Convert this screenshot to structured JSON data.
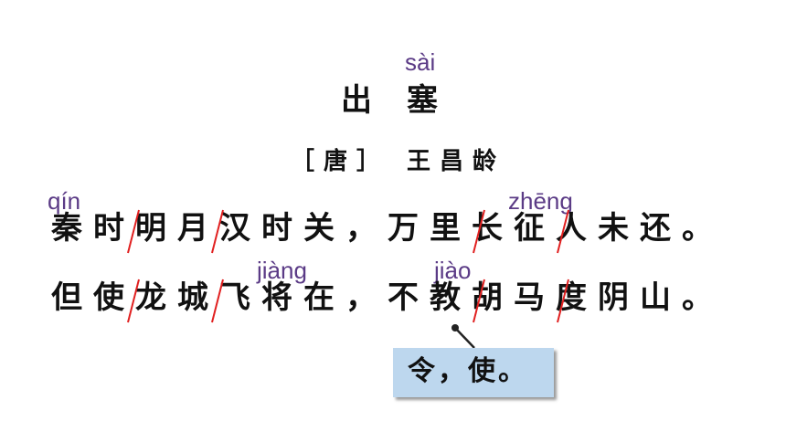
{
  "title": {
    "char1": "出",
    "char2": "塞",
    "pinyin": "sài"
  },
  "author": "［唐］ 王昌龄",
  "lines": [
    {
      "text": "秦时明月汉时关，万里长征人未还。",
      "pinyin": [
        "qín",
        "zhēng"
      ]
    },
    {
      "text": "但使龙城飞将在，不教胡马度阴山。",
      "pinyin": [
        "jiàng",
        "jiào"
      ]
    }
  ],
  "note": "令，使。",
  "colors": {
    "pinyin": "#5b3b86",
    "slash": "#e12020",
    "note_bg": "#bdd7ee"
  }
}
